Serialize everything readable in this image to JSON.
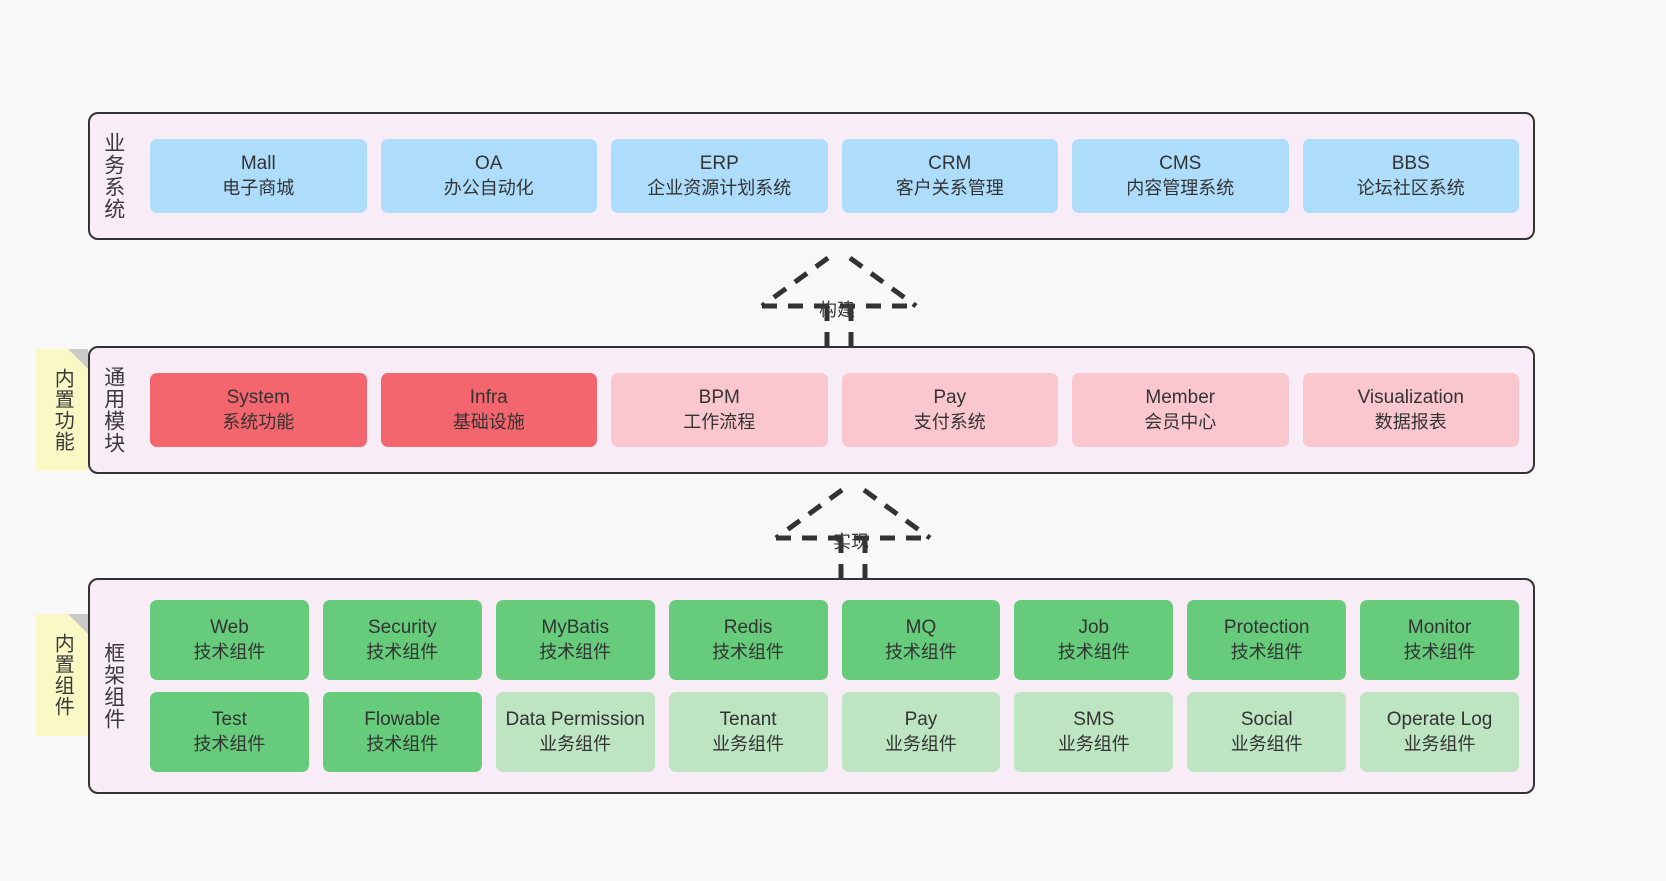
{
  "diagram": {
    "title": "",
    "colors": {
      "background": "#F8F8F8",
      "panel": "#F8ECF6",
      "panel_border": "#333333",
      "blue": "#AEDDFC",
      "red": "#F4666E",
      "pink": "#FBC7CF",
      "green": "#66CC7B",
      "light_green": "#BDE5C2",
      "sticky": "#FAF9C6",
      "sticky_fold": "#C9C9C9"
    }
  },
  "layers": {
    "business": {
      "label": "业务系统",
      "cards": [
        {
          "name": "Mall",
          "desc": "电子商城"
        },
        {
          "name": "OA",
          "desc": "办公自动化"
        },
        {
          "name": "ERP",
          "desc": "企业资源计划系统"
        },
        {
          "name": "CRM",
          "desc": "客户关系管理"
        },
        {
          "name": "CMS",
          "desc": "内容管理系统"
        },
        {
          "name": "BBS",
          "desc": "论坛社区系统"
        }
      ]
    },
    "common": {
      "label": "通用模块",
      "sticky": "内置功能",
      "cards": [
        {
          "name": "System",
          "desc": "系统功能",
          "tone": "red"
        },
        {
          "name": "Infra",
          "desc": "基础设施",
          "tone": "red"
        },
        {
          "name": "BPM",
          "desc": "工作流程",
          "tone": "pink"
        },
        {
          "name": "Pay",
          "desc": "支付系统",
          "tone": "pink"
        },
        {
          "name": "Member",
          "desc": "会员中心",
          "tone": "pink"
        },
        {
          "name": "Visualization",
          "desc": "数据报表",
          "tone": "pink"
        }
      ]
    },
    "framework": {
      "label": "框架组件",
      "sticky": "内置组件",
      "row1": [
        {
          "name": "Web",
          "desc": "技术组件",
          "tone": "green"
        },
        {
          "name": "Security",
          "desc": "技术组件",
          "tone": "green"
        },
        {
          "name": "MyBatis",
          "desc": "技术组件",
          "tone": "green"
        },
        {
          "name": "Redis",
          "desc": "技术组件",
          "tone": "green"
        },
        {
          "name": "MQ",
          "desc": "技术组件",
          "tone": "green"
        },
        {
          "name": "Job",
          "desc": "技术组件",
          "tone": "green"
        },
        {
          "name": "Protection",
          "desc": "技术组件",
          "tone": "green"
        },
        {
          "name": "Monitor",
          "desc": "技术组件",
          "tone": "green"
        }
      ],
      "row2": [
        {
          "name": "Test",
          "desc": "技术组件",
          "tone": "green"
        },
        {
          "name": "Flowable",
          "desc": "技术组件",
          "tone": "green"
        },
        {
          "name": "Data Permission",
          "desc": "业务组件",
          "tone": "lightgreen"
        },
        {
          "name": "Tenant",
          "desc": "业务组件",
          "tone": "lightgreen"
        },
        {
          "name": "Pay",
          "desc": "业务组件",
          "tone": "lightgreen"
        },
        {
          "name": "SMS",
          "desc": "业务组件",
          "tone": "lightgreen"
        },
        {
          "name": "Social",
          "desc": "业务组件",
          "tone": "lightgreen"
        },
        {
          "name": "Operate Log",
          "desc": "业务组件",
          "tone": "lightgreen"
        }
      ]
    }
  },
  "arrows": {
    "build": {
      "label": "构建"
    },
    "implement": {
      "label": "实现"
    }
  }
}
